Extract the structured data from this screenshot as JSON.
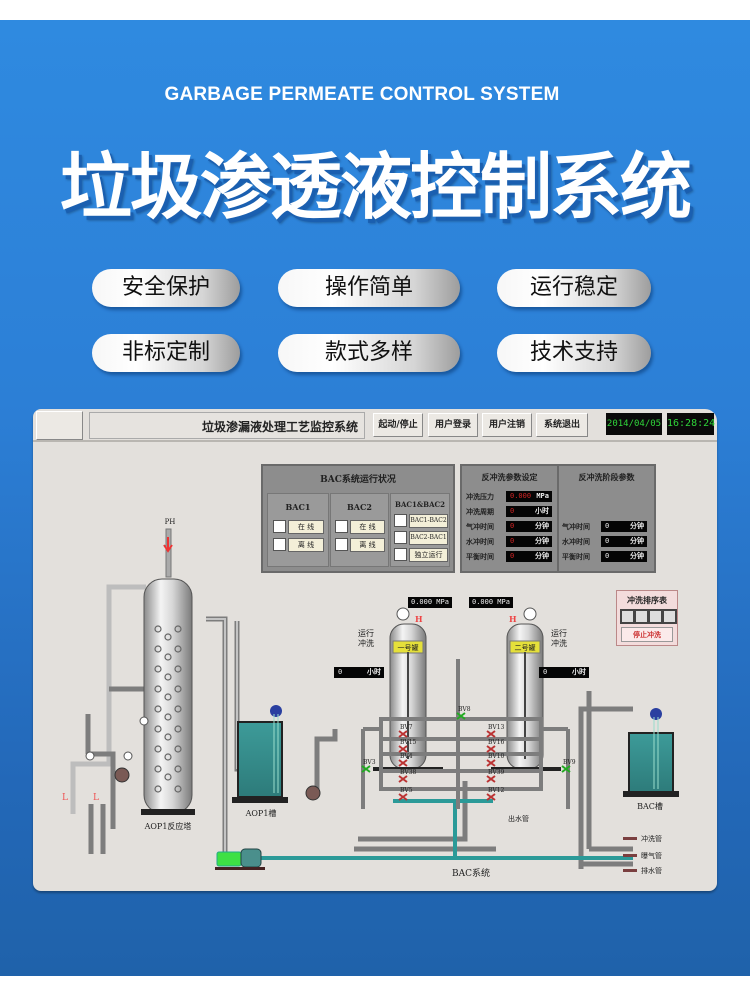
{
  "hero": {
    "subtitle": "GARBAGE PERMEATE CONTROL SYSTEM",
    "title": "垃圾渗透液控制系统",
    "colors": {
      "background": "#2c7fd6",
      "text": "#ffffff"
    }
  },
  "features": [
    {
      "label": "安全保护"
    },
    {
      "label": "操作简单"
    },
    {
      "label": "运行稳定"
    },
    {
      "label": "非标定制"
    },
    {
      "label": "款式多样"
    },
    {
      "label": "技术支持"
    }
  ],
  "scada": {
    "header": {
      "title": "垃圾渗漏液处理工艺监控系统",
      "buttons": [
        "起动/停止",
        "用户登录",
        "用户注销",
        "系统退出"
      ],
      "date": "2014/04/05",
      "time": "16:28:24"
    },
    "bac_status": {
      "title": "BAC系统运行状况",
      "bac1": {
        "title": "BAC1",
        "options": [
          "在 线",
          "离 线"
        ]
      },
      "bac2": {
        "title": "BAC2",
        "options": [
          "在 线",
          "离 线"
        ]
      },
      "bac12": {
        "title": "BAC1&BAC2",
        "options": [
          "BAC1-BAC2",
          "BAC2-BAC1",
          "独立运行"
        ]
      }
    },
    "backwash_settings": {
      "title": "反冲洗参数设定",
      "rows": [
        {
          "label": "冲洗压力",
          "value": "0.000",
          "unit": "MPa"
        },
        {
          "label": "冲洗周期",
          "value": "0",
          "unit": "小时"
        },
        {
          "label": "气冲时间",
          "value": "0",
          "unit": "分钟"
        },
        {
          "label": "水冲时间",
          "value": "0",
          "unit": "分钟"
        },
        {
          "label": "平衡时间",
          "value": "0",
          "unit": "分钟"
        }
      ]
    },
    "backwash_stage": {
      "title": "反冲洗阶段参数",
      "rows": [
        {
          "label": "气冲时间",
          "value": "0",
          "unit": "分钟"
        },
        {
          "label": "水冲时间",
          "value": "0",
          "unit": "分钟"
        },
        {
          "label": "平衡时间",
          "value": "0",
          "unit": "分钟"
        }
      ]
    },
    "flush_queue": {
      "title": "冲洗排序表",
      "stop_button": "停止冲洗"
    },
    "tanks": {
      "tank1": {
        "name": "一号罐",
        "pressure": "0.000 MPa",
        "status": "运行冲洗",
        "hours": "0",
        "hours_unit": "小时",
        "alarm": "H"
      },
      "tank2": {
        "name": "二号罐",
        "pressure": "0.000 MPa",
        "status": "运行冲洗",
        "hours": "0",
        "hours_unit": "小时",
        "alarm": "H"
      }
    },
    "valves_left": [
      "BV7",
      "BV15",
      "BV4",
      "BV38",
      "BV5"
    ],
    "valves_right": [
      "BV13",
      "BV16",
      "BV10",
      "BV39",
      "BV12"
    ],
    "valve_misc": {
      "top": "BV8",
      "left": "BV3",
      "right": "BV9"
    },
    "labels": {
      "ph": "PH",
      "reactor": "AOP1反应塔",
      "aop_tank": "AOP1槽",
      "bac_tank": "BAC槽",
      "bac_system": "BAC系统",
      "outlet": "出水管",
      "flush_pipe": "冲洗管",
      "aeration_pipe": "曝气管",
      "drain_pipe": "排水管",
      "level_low": "L",
      "level_high": "H"
    }
  }
}
